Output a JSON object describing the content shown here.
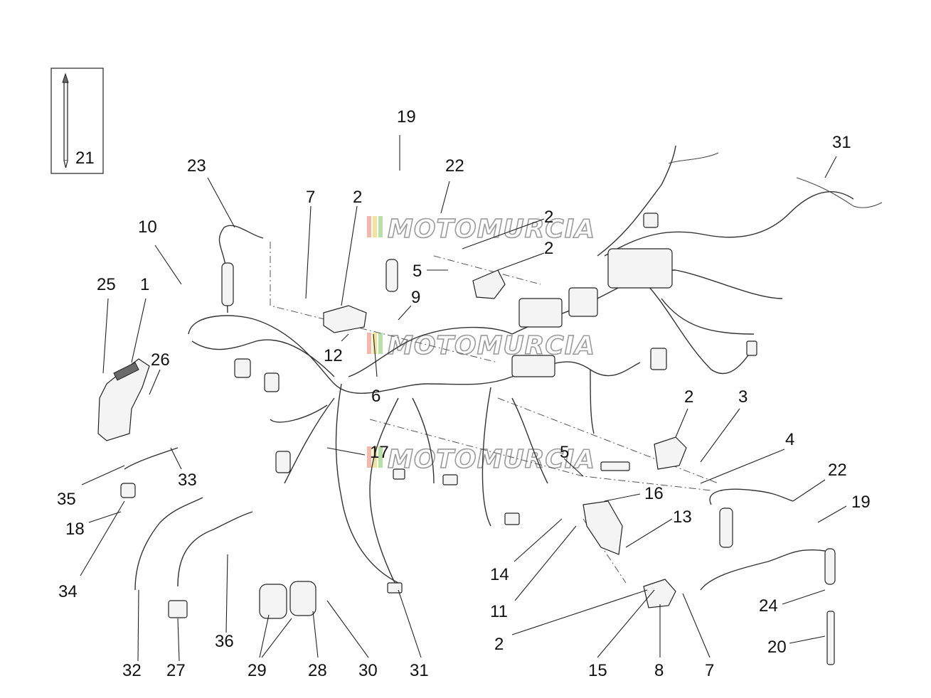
{
  "watermark": {
    "text": "MOTOMURCIA",
    "colors": [
      "#f6b7a8",
      "#f3e39a",
      "#b7e0a7"
    ]
  },
  "colors": {
    "line": "#222222",
    "fill": "#f4f4f4",
    "dark_fill": "#6a6a6a"
  },
  "callouts": {
    "c21": "21",
    "c19a": "19",
    "c22a": "22",
    "c31a": "31",
    "c23": "23",
    "c7a": "7",
    "c2a": "2",
    "c2b": "2",
    "c2c": "2",
    "c10": "10",
    "c5a": "5",
    "c25": "25",
    "c1": "1",
    "c9": "9",
    "c26": "26",
    "c12": "12",
    "c6": "6",
    "c2d": "2",
    "c3": "3",
    "c4": "4",
    "c22b": "22",
    "c5b": "5",
    "c17": "17",
    "c35": "35",
    "c33": "33",
    "c16": "16",
    "c19b": "19",
    "c13": "13",
    "c18": "18",
    "c14": "14",
    "c34": "34",
    "c11": "11",
    "c24": "24",
    "c36": "36",
    "c2e": "2",
    "c20": "20",
    "c32": "32",
    "c27": "27",
    "c29": "29",
    "c28": "28",
    "c30": "30",
    "c31b": "31",
    "c15": "15",
    "c8": "8",
    "c7b": "7"
  }
}
